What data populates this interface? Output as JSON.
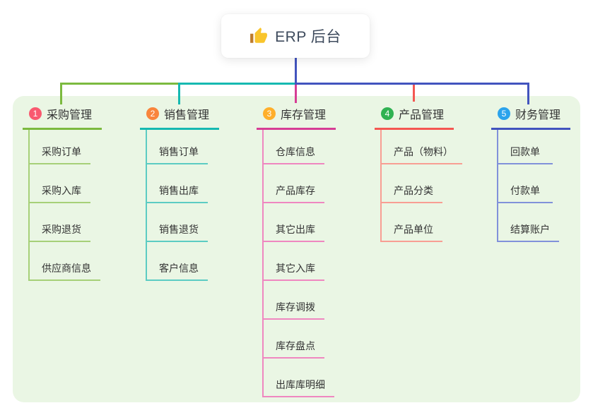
{
  "root": {
    "label": "ERP 后台",
    "icon": "thumbs-up-icon"
  },
  "theme": {
    "canvas_bg": "#FFFFFF",
    "panel_bg": "#EAF6E4",
    "root_text": "#3D4A5C",
    "node_text": "#333333"
  },
  "branches": [
    {
      "num": "1",
      "label": "采购管理",
      "badge_color": "#F9596F",
      "line_color": "#7CBA3F",
      "light_color": "#A6D078",
      "items": [
        "采购订单",
        "采购入库",
        "采购退货",
        "供应商信息"
      ]
    },
    {
      "num": "2",
      "label": "销售管理",
      "badge_color": "#F9853C",
      "line_color": "#16B9B1",
      "light_color": "#5CCCC3",
      "items": [
        "销售订单",
        "销售出库",
        "销售退货",
        "客户信息"
      ]
    },
    {
      "num": "3",
      "label": "库存管理",
      "badge_color": "#FFAF2B",
      "line_color": "#D63D95",
      "light_color": "#EF87C0",
      "items": [
        "仓库信息",
        "产品库存",
        "其它出库",
        "其它入库",
        "库存调拨",
        "库存盘点",
        "出库库明细"
      ]
    },
    {
      "num": "4",
      "label": "产品管理",
      "badge_color": "#30B252",
      "line_color": "#F45752",
      "light_color": "#F89E93",
      "items": [
        "产品（物料）",
        "产品分类",
        "产品单位"
      ]
    },
    {
      "num": "5",
      "label": "财务管理",
      "badge_color": "#2BA3EC",
      "line_color": "#4254BE",
      "light_color": "#8191DA",
      "items": [
        "回款单",
        "付款单",
        "结算账户"
      ]
    }
  ]
}
